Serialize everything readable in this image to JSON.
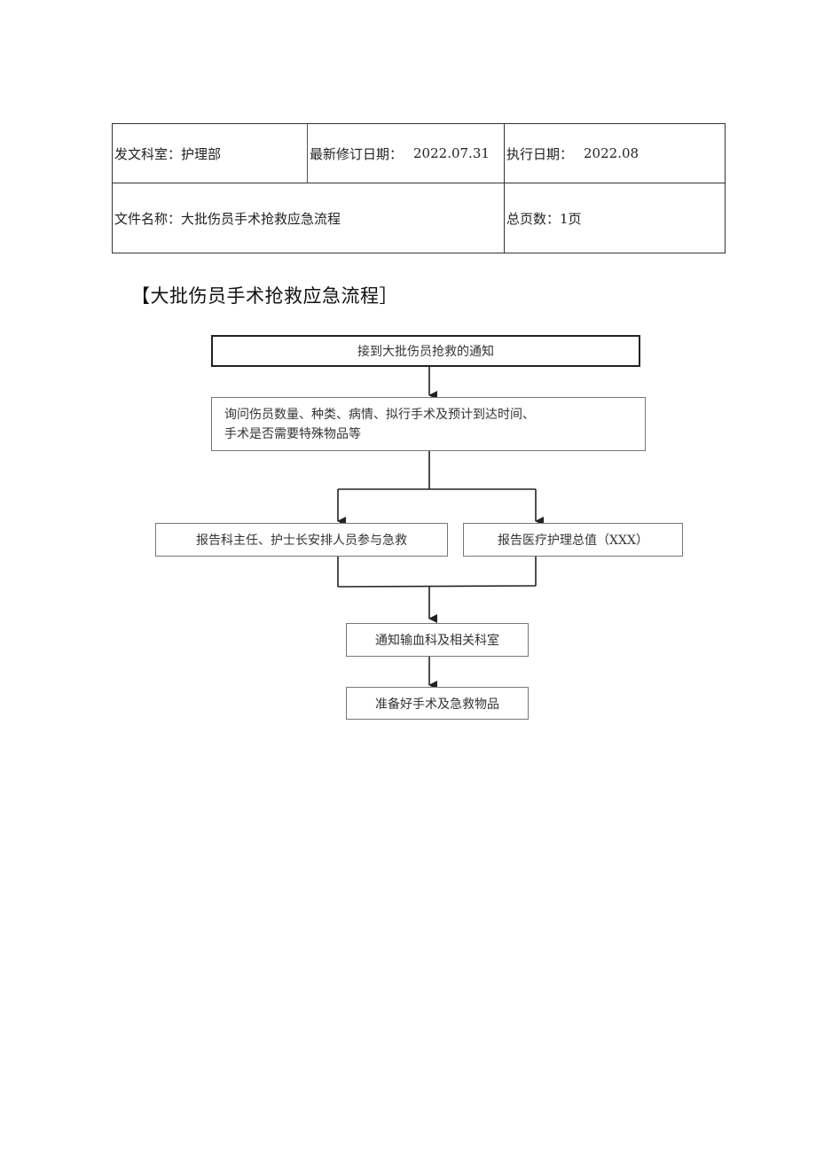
{
  "header_table": {
    "department_label": "发文科室：护理部",
    "revision_label": "最新修订日期：",
    "revision_date": "2022.07.31",
    "exec_label": "执行日期：",
    "exec_date": "2022.08",
    "doc_name_label": "文件名称：大批伤员手术抢救应急流程",
    "pages_label": "总页数：1页"
  },
  "document_title": "【大批伤员手术抢救应急流程］",
  "flowchart": {
    "step1": "接到大批伤员抢救的通知",
    "step2_line1": "询问伤员数量、种类、病情、拟行手术及预计到达时间、",
    "step2_line2": "手术是否需要特殊物品等",
    "step3a": "报告科主任、护士长安排人员参与急救",
    "step3b": "报告医疗护理总值（XXX）",
    "step4": "通知输血科及相关科室",
    "step5": "准备好手术及急救物品"
  }
}
